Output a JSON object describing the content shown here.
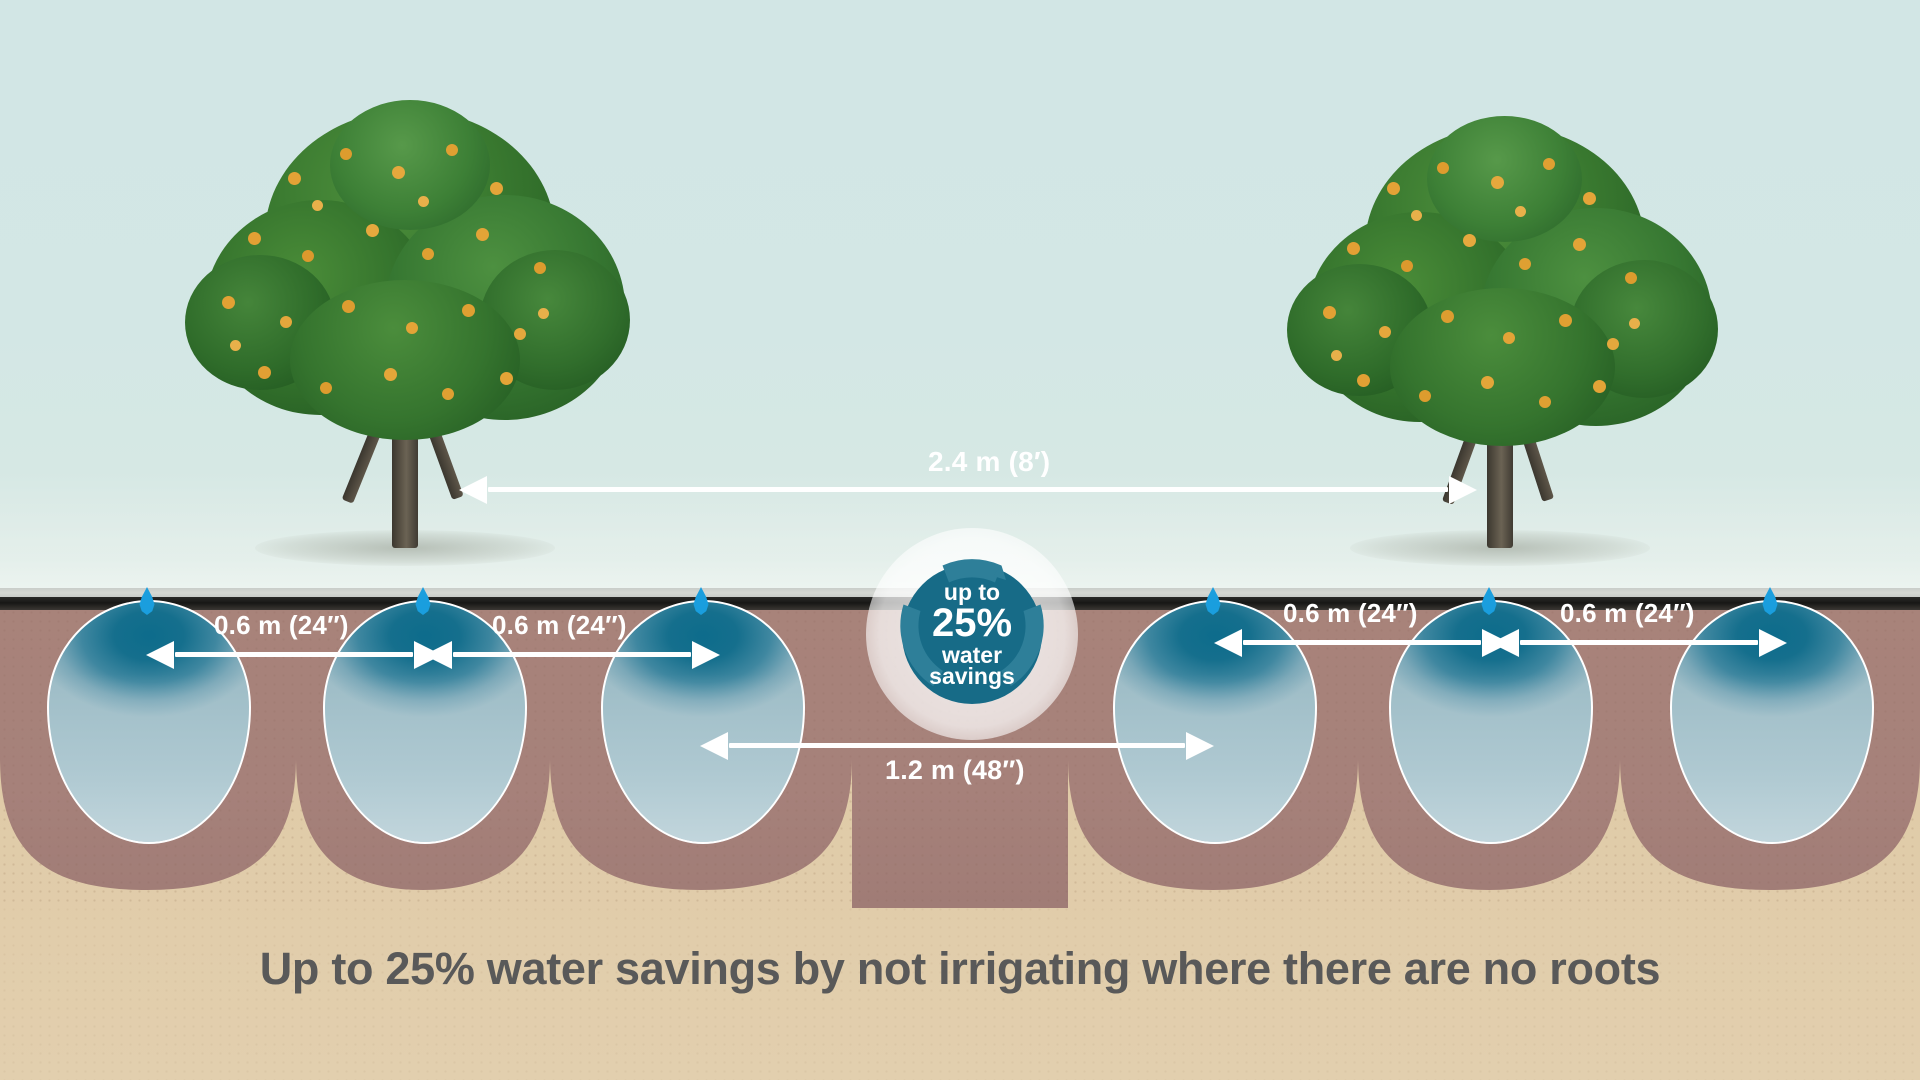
{
  "scene": {
    "title": "Drip irrigation wetting pattern diagram",
    "colors": {
      "sky": "#d3e7e5",
      "ground_line": "#1a1a18",
      "topsoil": "#a8837a",
      "subsoil": "#e0cba8",
      "bulb_core": "#0d6c8c",
      "bulb_edge": "#9dbcc6",
      "emitter": "#1a9ede",
      "badge_teal": "#176b87",
      "badge_arc": "#2e7f99",
      "caption_text": "#595959",
      "arrow_white": "#ffffff",
      "foliage": "#2f6b2b",
      "fruit": "#e2a336",
      "trunk": "#4c463a"
    }
  },
  "badge": {
    "line1": "up to",
    "line2": "25%",
    "line3": "water",
    "line4": "savings"
  },
  "caption": {
    "text": "Up to 25% water savings by not irrigating where there are no roots"
  },
  "dimensions": {
    "tree_spacing": {
      "label": "2.4 m (8′)",
      "meters": 2.4,
      "feet": 8
    },
    "emitter_spacing": {
      "label": "0.6 m (24″)",
      "meters": 0.6,
      "inches": 24
    },
    "row_gap": {
      "label": "1.2 m (48″)",
      "meters": 1.2,
      "inches": 48
    },
    "labels": [
      {
        "id": "tree-spacing",
        "text": "2.4 m (8′)"
      },
      {
        "id": "emitter-gap-1",
        "text": "0.6 m (24″)"
      },
      {
        "id": "emitter-gap-2",
        "text": "0.6 m (24″)"
      },
      {
        "id": "emitter-gap-3",
        "text": "0.6 m (24″)"
      },
      {
        "id": "emitter-gap-4",
        "text": "0.6 m (24″)"
      },
      {
        "id": "row-gap",
        "text": "1.2 m (48″)"
      }
    ]
  },
  "trees": [
    {
      "id": "tree-left",
      "type": "citrus"
    },
    {
      "id": "tree-right",
      "type": "citrus"
    }
  ],
  "emitters": [
    {
      "id": "emitter-1"
    },
    {
      "id": "emitter-2"
    },
    {
      "id": "emitter-3"
    },
    {
      "id": "emitter-4"
    },
    {
      "id": "emitter-5"
    },
    {
      "id": "emitter-6"
    }
  ],
  "icons": {
    "droplet": "water-droplet-icon",
    "arrow": "double-arrow-icon"
  }
}
